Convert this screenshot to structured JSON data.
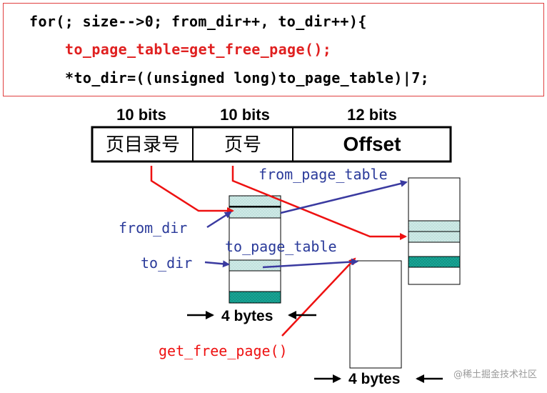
{
  "code": {
    "line1": "for(; size-->0; from_dir++, to_dir++){",
    "line2": "to_page_table=get_free_page();",
    "line3": "*to_dir=((unsigned long)to_page_table)|7;"
  },
  "address_format": {
    "fields": [
      {
        "bits": "10 bits",
        "label": "页目录号"
      },
      {
        "bits": "10 bits",
        "label": "页号"
      },
      {
        "bits": "12 bits",
        "label": "Offset"
      }
    ]
  },
  "labels": {
    "from_page_table": "from_page_table",
    "to_page_table": "to_page_table",
    "from_dir": "from_dir",
    "to_dir": "to_dir",
    "get_free_page": "get_free_page()",
    "bytes_left": "4 bytes",
    "bytes_right": "4 bytes"
  },
  "watermark": "@稀土掘金技术社区",
  "colors": {
    "code_text": "#000000",
    "code_highlight": "#e02020",
    "code_border": "#e04040",
    "arrow_red": "#ee1111",
    "arrow_blue": "#3a3aa0",
    "label_blue": "#2a3a9a",
    "cell_light": "#c8e8e4",
    "cell_dark": "#1aa89a"
  }
}
